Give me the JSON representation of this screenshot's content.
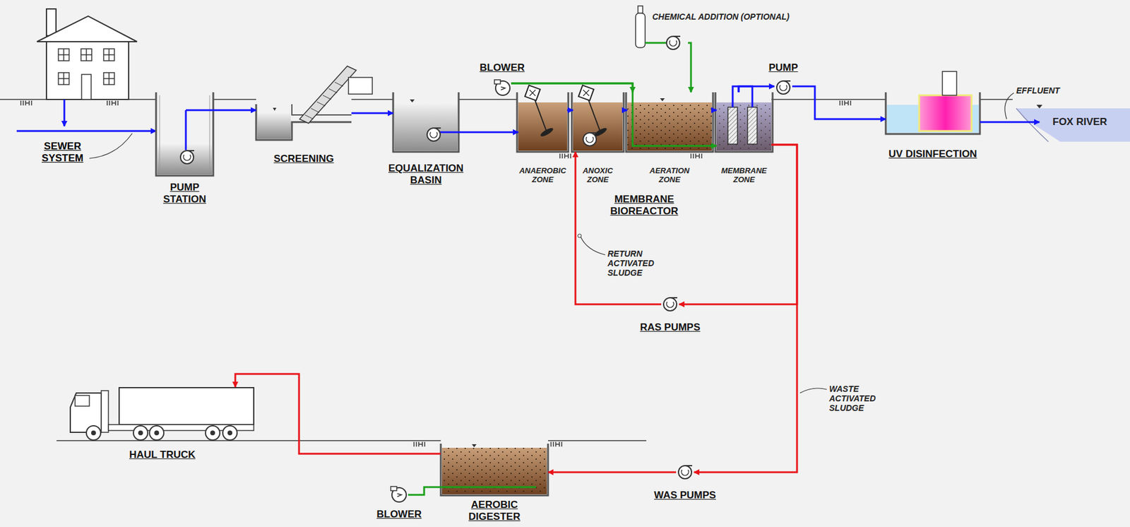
{
  "diagram": {
    "nodes": [
      {
        "text": [
          "PUMP STATION"
        ]
      },
      {
        "text": [
          "SCREENING"
        ]
      },
      {
        "text": [
          "EQUALIZATION BASIN"
        ]
      },
      {
        "text": [
          "MEMBRANE BIOREACTOR"
        ]
      },
      {
        "text": [
          "ANAEROBIC ZONE"
        ],
        "in": 3
      },
      {
        "text": [
          "ANOXIC ZONE"
        ],
        "in": 3
      },
      {
        "text": [
          "AERATION ZONE"
        ],
        "in": 3
      },
      {
        "text": [
          "MEMBRANE ZONE"
        ],
        "in": 3
      },
      {
        "text": [
          "PUMP"
        ]
      },
      {
        "text": [
          "UV DISINFECTION"
        ]
      },
      {
        "text": [
          "FOX RIVER"
        ]
      },
      {
        "text": [
          "RAS PUMPS"
        ]
      },
      {
        "text": [
          "WAS PUMPS"
        ]
      },
      {
        "text": [
          "AEROBIC DIGESTER"
        ]
      },
      {
        "text": [
          "HAUL TRUCK"
        ]
      },
      {
        "text": [
          "BLOWER"
        ]
      },
      {
        "text": [
          "BLOWER"
        ]
      },
      {
        "text": [
          "CHEMICAL ADDITION (OPTIONAL)"
        ]
      }
    ],
    "edges": [
      {
        "from": 0,
        "to": 1,
        "arrow": "to"
      },
      {
        "from": 1,
        "to": 2,
        "arrow": "to"
      },
      {
        "from": 2,
        "to": 4,
        "arrow": "to"
      },
      {
        "from": 4,
        "to": 5,
        "arrow": "to"
      },
      {
        "from": 5,
        "to": 6,
        "arrow": "to"
      },
      {
        "from": 6,
        "to": 7,
        "arrow": "to"
      },
      {
        "from": 7,
        "to": 8,
        "arrow": "to"
      },
      {
        "from": 8,
        "to": 9,
        "arrow": "to"
      },
      {
        "from": 9,
        "to": 10,
        "arrow": "to"
      },
      {
        "from": 7,
        "to": 11,
        "arrow": "to"
      },
      {
        "from": 11,
        "to": 5,
        "arrow": "to"
      },
      {
        "from": 7,
        "to": 12,
        "arrow": "to"
      },
      {
        "from": 12,
        "to": 13,
        "arrow": "to"
      },
      {
        "from": 13,
        "to": 14,
        "arrow": "to"
      },
      {
        "from": 15,
        "to": 6,
        "arrow": "to"
      },
      {
        "from": 15,
        "to": 7,
        "arrow": "to"
      },
      {
        "from": 16,
        "to": 13,
        "arrow": "none"
      },
      {
        "from": 17,
        "to": 6,
        "arrow": "to"
      }
    ],
    "labels": [
      "SEWER SYSTEM",
      "EFFLUENT",
      "RETURN ACTIVATED SLUDGE",
      "WASTE ACTIVATED SLUDGE"
    ]
  }
}
